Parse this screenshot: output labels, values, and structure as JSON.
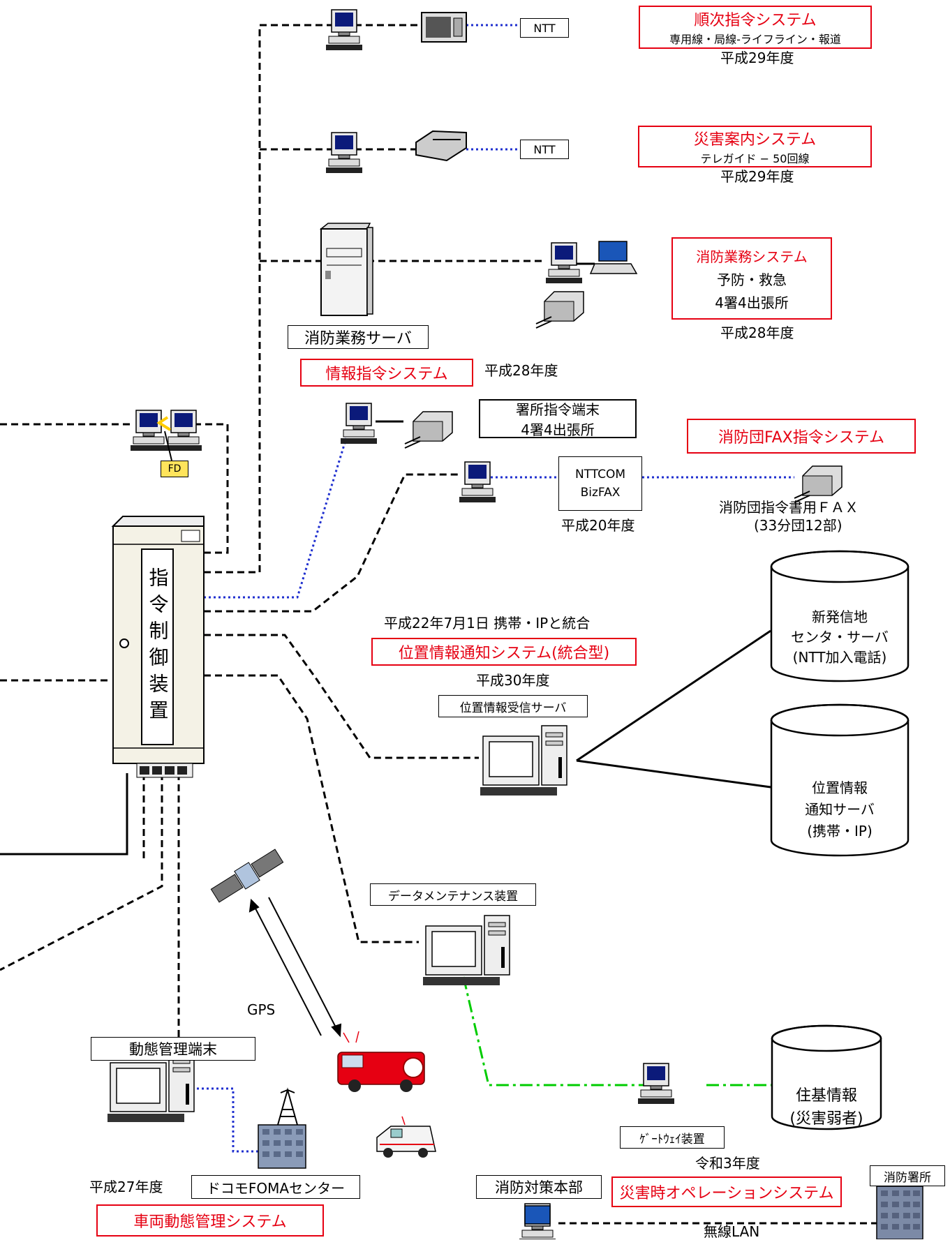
{
  "junji": {
    "title": "順次指令システム",
    "sub": "専用線・局線-ライフライン・報道",
    "year": "平成29年度",
    "ntt": "NTT"
  },
  "saigai_annai": {
    "title": "災害案内システム",
    "sub": "テレガイド − 50回線",
    "year": "平成29年度",
    "ntt": "NTT"
  },
  "shobo_gyomu": {
    "title": "消防業務システム",
    "line1": "予防・救急",
    "line2": "4署4出張所",
    "year": "平成28年度",
    "server": "消防業務サーバ"
  },
  "joho_shirei": {
    "title": "情報指令システム",
    "year": "平成28年度"
  },
  "shosho_terminal": {
    "line1": "署所指令端末",
    "line2": "4署4出張所"
  },
  "fd_label": "FD",
  "shobodan_fax": {
    "title": "消防団FAX指令システム",
    "nttcom1": "NTTCOM",
    "nttcom2": "BizFAX",
    "year": "平成20年度",
    "fax1": "消防団指令書用ＦＡＸ",
    "fax2": "(33分団12部)"
  },
  "control": {
    "label": "指令制御装置"
  },
  "ichi_joho": {
    "note": "平成22年7月1日 携帯・IPと統合",
    "title": "位置情報通知システム(統合型)",
    "year": "平成30年度",
    "receive_server": "位置情報受信サーバ"
  },
  "db_shinhassin": {
    "l1": "新発信地",
    "l2": "センタ・サーバ",
    "l3": "(NTT加入電話)"
  },
  "db_ichi": {
    "l1": "位置情報",
    "l2": "通知サーバ",
    "l3": "(携帯・IP)"
  },
  "db_juki": {
    "l1": "住基情報",
    "l2": "(災害弱者)"
  },
  "data_maint": "データメンテナンス装置",
  "gateway": "ｹﾞｰﾄｳｪｲ装置",
  "gps": "GPS",
  "doutai": {
    "terminal": "動態管理端末",
    "year": "平成27年度",
    "center": "ドコモFOMAセンター",
    "title": "車両動態管理システム"
  },
  "saigaiji_op": {
    "year": "令和3年度",
    "hq": "消防対策本部",
    "title": "災害時オペレーションシステム",
    "station": "消防署所",
    "lan": "無線LAN"
  },
  "colors": {
    "red": "#e60012",
    "blue_dotted": "#1f2fcf",
    "green_dashdot": "#00cc00",
    "fd_yellow": "#ffe45c"
  }
}
